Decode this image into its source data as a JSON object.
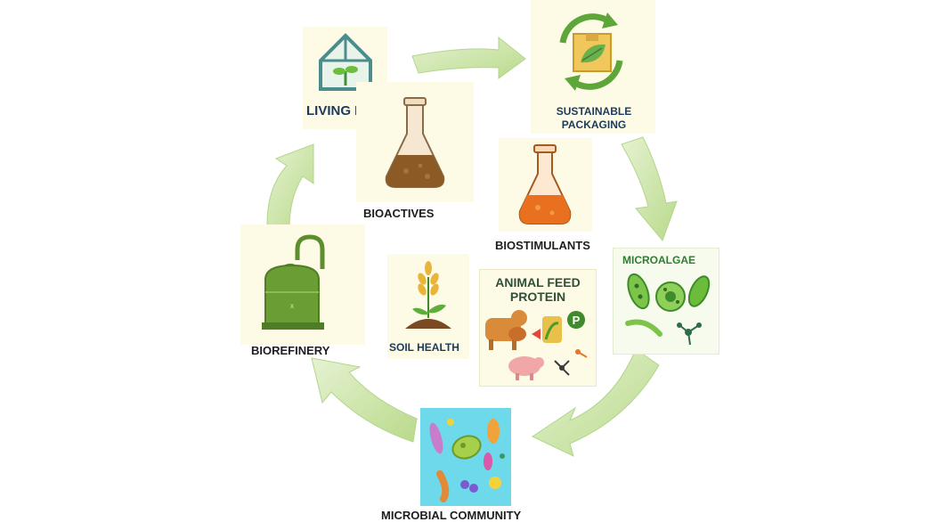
{
  "nodes": {
    "living_lab": "LIVING LAB",
    "sustainable_packaging_line1": "SUSTAINABLE",
    "sustainable_packaging_line2": "PACKAGING",
    "bioactives": "BIOACTIVES",
    "biostimulants": "BIOSTIMULANTS",
    "microalgae": "MICROALGAE",
    "biorefinery": "BIOREFINERY",
    "soil_health": "SOIL HEALTH",
    "animal_feed_line1": "ANIMAL FEED",
    "animal_feed_line2": "PROTEIN",
    "animal_feed_badge": "P",
    "microbial_community": "MICROBIAL COMMUNITY"
  },
  "icons": {
    "living_lab": "greenhouse-icon",
    "sustainable_packaging": "recycle-box-leaf-icon",
    "bioactives": "brown-flask-icon",
    "biostimulants": "orange-flask-icon",
    "microalgae": "algae-cells-icon",
    "biorefinery": "green-tank-icon",
    "soil_health": "wheat-sprout-icon",
    "animal_feed": "livestock-icon",
    "microbial_community": "microbes-icon"
  },
  "colors": {
    "arrow_fill": "#c7e3a0",
    "arrow_edge": "#a9cf7d",
    "tile_bg": "#fdfbe6",
    "microbial_bg": "#6fd9ec",
    "label_dark": "#1e1e1e",
    "microalgae_label": "#2e7d32",
    "animal_feed_label": "#2f4f3a"
  }
}
